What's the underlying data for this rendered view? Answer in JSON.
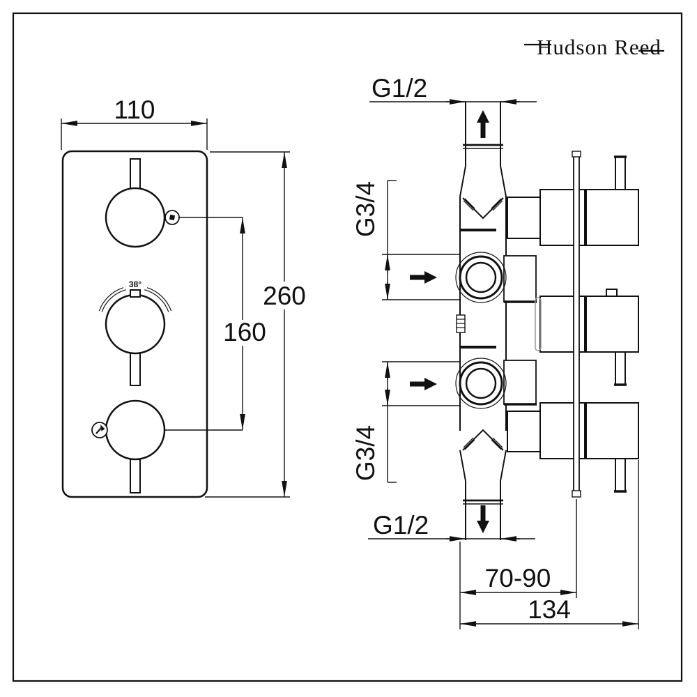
{
  "brand": {
    "logo_text": "Hudson Reed"
  },
  "front_view": {
    "width_mm": "110",
    "height_mm": "260",
    "port_spacing_mm": "160",
    "temperature_marker": "38°"
  },
  "side_view": {
    "top_outlet_thread": "G1/2",
    "upper_inlet_thread": "G3/4",
    "lower_inlet_thread": "G3/4",
    "bottom_outlet_thread": "G1/2",
    "recess_depth_range_mm": "70-90",
    "overall_depth_mm": "134"
  }
}
